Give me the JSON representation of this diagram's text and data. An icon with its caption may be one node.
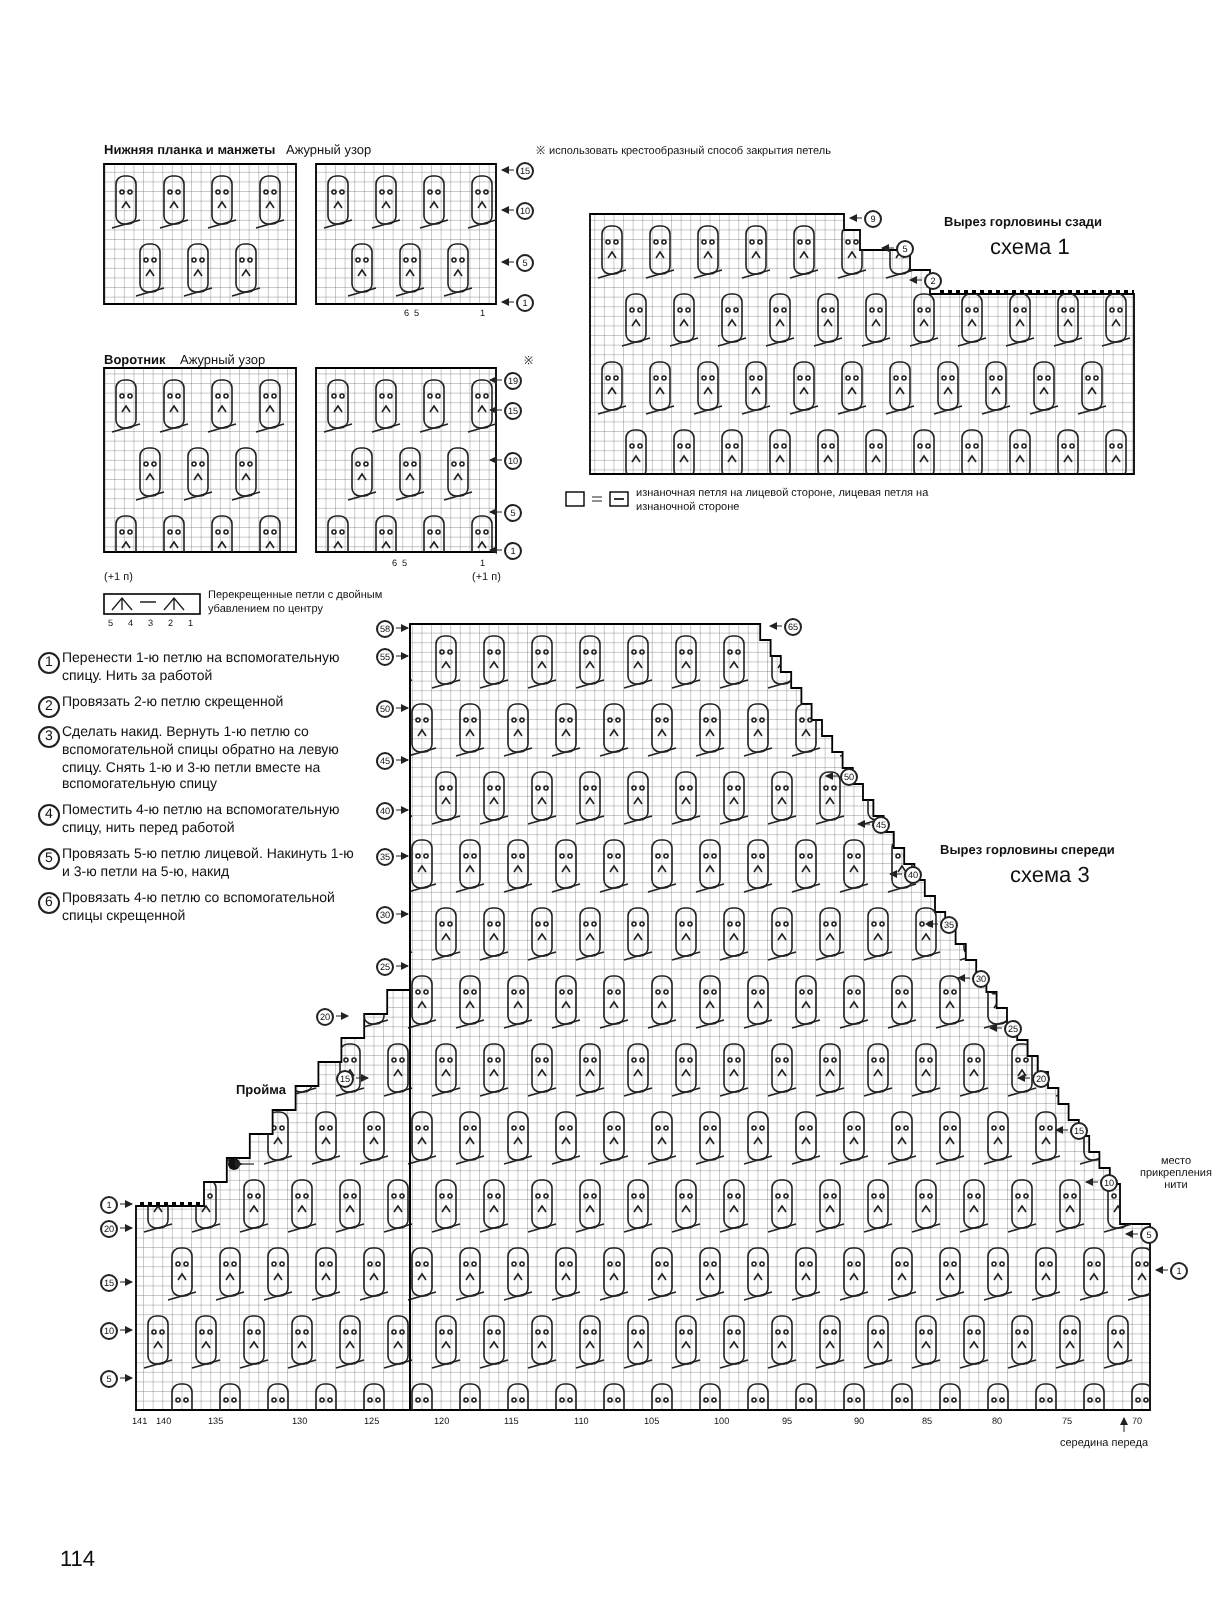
{
  "diagram": {
    "labels": [
      "Нижняя планка и манжеты",
      "Ажурный узор",
      "※ использовать крестообразный способ закрытия петель",
      "15",
      "10",
      "5",
      "1",
      "6",
      "5",
      "1",
      "Воротник",
      "Ажурный узор",
      "※",
      "19",
      "15",
      "10",
      "5",
      "1",
      "6",
      "5",
      "1",
      "(+1 п)",
      "(+1 п)",
      "5",
      "4",
      "3",
      "2",
      "1",
      "1",
      "Перенести 1-ю петлю на вспомогательную спицу. Нить за работой",
      "2",
      "Провязать 2-ю петлю скрещенной",
      "3",
      "Сделать накид. Вернуть 1-ю петлю со вспомогательной спицы обратно на левую спицу. Снять 1-ю и 3-ю петли вместе на вспомогательную спицу",
      "4",
      "Поместить 4-ю петлю на вспомогательную спицу, нить перед работой",
      "5",
      "Провязать 5-ю петлю лицевой. Накинуть 1-ю и 3-ю петли на 5-ю, накид",
      "6",
      "Провязать 4-ю петлю со вспомогательной спицы скрещенной",
      "Вырез горловины сзади",
      "схема 1",
      "9",
      "5",
      "2",
      "Вырез горловины спереди",
      "схема 3",
      "58",
      "55",
      "50",
      "45",
      "40",
      "35",
      "30",
      "25",
      "20",
      "15",
      "Пройма",
      "1",
      "20",
      "15",
      "10",
      "5",
      "65",
      "50",
      "45",
      "40",
      "35",
      "30",
      "25",
      "20",
      "15",
      "10",
      "5",
      "1",
      "место прикрепления нити",
      "141",
      "140",
      "135",
      "130",
      "125",
      "120",
      "115",
      "110",
      "105",
      "100",
      "95",
      "90",
      "85",
      "80",
      "75",
      "70",
      "середина переда",
      "114"
    ],
    "legend": [
      {
        "text": "Перекрещенные петли с двойным убавлением по центру"
      },
      {
        "text": "изнаночная петля на лицевой стороне, лицевая петля на изнаночной стороне"
      }
    ]
  }
}
